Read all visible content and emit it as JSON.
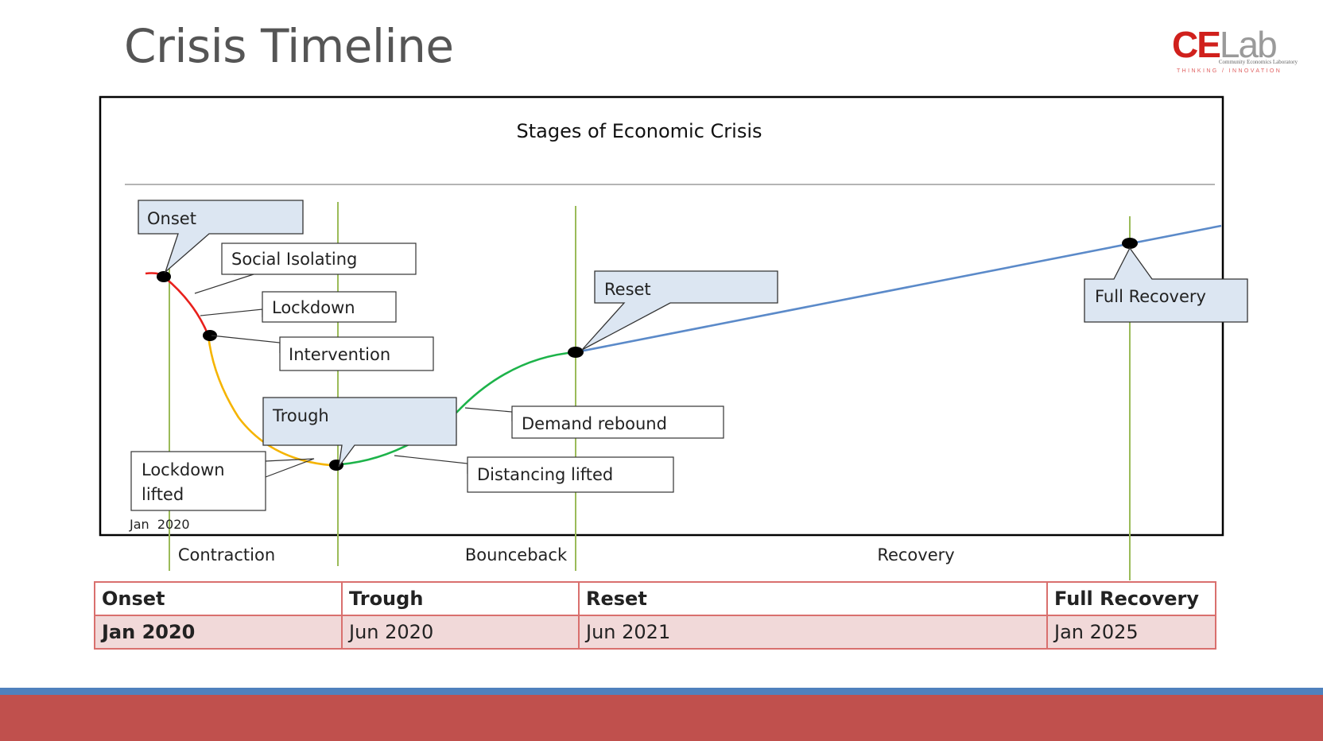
{
  "slide": {
    "title": "Crisis Timeline",
    "logo": {
      "ce": "CE",
      "lab": "Lab",
      "subtitle": "Community Economics Laboratory",
      "tagline": "THINKING / INNOVATION"
    }
  },
  "diagram": {
    "title": "Stages of Economic Crisis",
    "start_label": "Jan  2020",
    "callouts": {
      "onset": "Onset",
      "trough": "Trough",
      "reset": "Reset",
      "full_recovery": "Full Recovery"
    },
    "labels": {
      "social_isolating": "Social Isolating",
      "lockdown": "Lockdown",
      "intervention": "Intervention",
      "lockdown_lifted_1": "Lockdown",
      "lockdown_lifted_2": "lifted",
      "demand_rebound": "Demand rebound",
      "distancing_lifted": "Distancing lifted"
    },
    "phases": {
      "contraction": "Contraction",
      "bounceback": "Bounceback",
      "recovery": "Recovery"
    },
    "colors": {
      "contraction_early": "#e8201c",
      "contraction_late": "#f5b400",
      "bounceback": "#1db34a",
      "recovery": "#5b8ac9",
      "phase_lines": "#9bbb59",
      "callout_fill": "#dce6f2"
    }
  },
  "table": {
    "headers": [
      "Onset",
      "Trough",
      "Reset",
      "Full Recovery"
    ],
    "dates": [
      "Jan 2020",
      "Jun 2020",
      "Jun 2021",
      "Jan 2025"
    ],
    "colors": {
      "border": "#d9706e",
      "row_fill": "#f1d9d9"
    }
  },
  "footer": {
    "colors": {
      "blue_band": "#4f81bd",
      "red_band": "#c0504d"
    }
  }
}
